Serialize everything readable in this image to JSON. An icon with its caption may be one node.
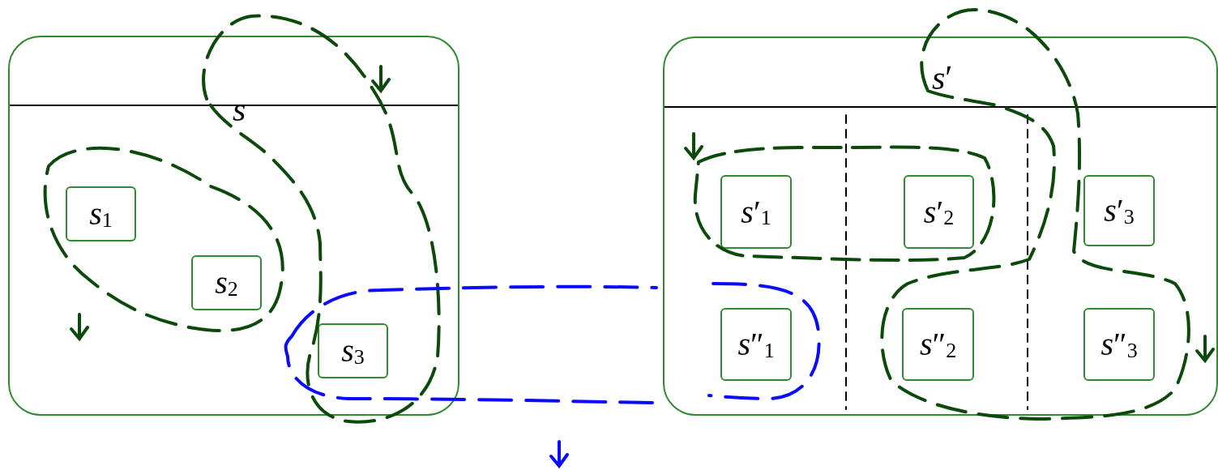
{
  "diagram": {
    "nodes": [
      {
        "text": [
          "*s*"
        ]
      },
      {
        "text": [
          "*s*$_{1}$"
        ],
        "in": 0
      },
      {
        "text": [
          "*s*$_{2}$"
        ],
        "in": 0
      },
      {
        "text": [
          "*s*$_{3}$"
        ],
        "in": 0
      },
      {
        "text": [
          "*s*′"
        ]
      },
      {
        "text": [
          "*s*′$_{1}$"
        ],
        "in": 4
      },
      {
        "text": [
          "*s*′$_{2}$"
        ],
        "in": 4
      },
      {
        "text": [
          "*s*′$_{3}$"
        ],
        "in": 4
      },
      {
        "text": [
          "*s*″$_{1}$"
        ],
        "in": 4
      },
      {
        "text": [
          "*s*″$_{2}$"
        ],
        "in": 4
      },
      {
        "text": [
          "*s*″$_{3}$"
        ],
        "in": 4
      }
    ]
  }
}
